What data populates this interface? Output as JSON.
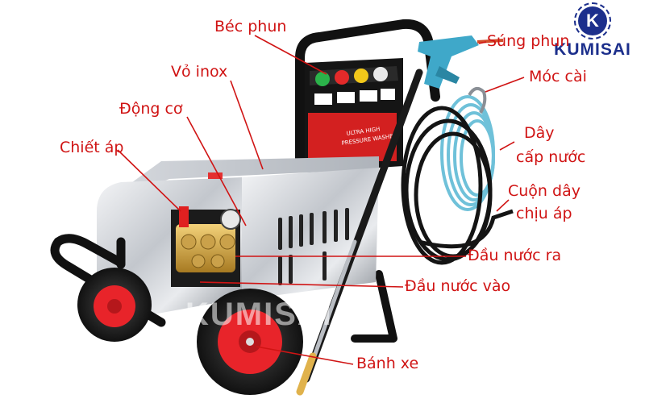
{
  "brand": {
    "logo_letter": "K",
    "name": "KUMISAI",
    "watermark": "KUMISAI"
  },
  "labels": {
    "bec_phun": "Béc phun",
    "vo_inox": "Vỏ inox",
    "dong_co": "Động cơ",
    "chiet_ap": "Chiết áp",
    "sung_phun": "Súng phun",
    "moc_cai": "Móc cài",
    "day_cap_nuoc_1": "Dây",
    "day_cap_nuoc_2": "cấp nước",
    "cuon_day_1": "Cuộn dây",
    "cuon_day_2": "chịu áp",
    "dau_nuoc_ra": "Đầu nước ra",
    "dau_nuoc_vao": "Đầu nước vào",
    "banh_xe": "Bánh xe"
  },
  "panel": {
    "text1": "ULTRA HIGH",
    "text2": "PRESSURE WASHER"
  },
  "colors": {
    "label": "#d01414",
    "brand": "#1c2f8c",
    "wheel": "#e8242a",
    "frame": "#111111",
    "steel": "#c9ccd1"
  }
}
